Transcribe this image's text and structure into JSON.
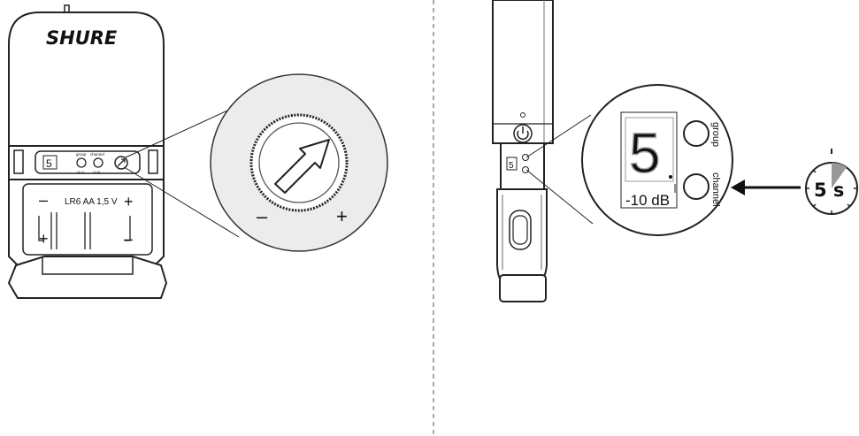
{
  "bodypack": {
    "brand": "SHURE",
    "display_digit": "5",
    "group_label": "group",
    "channel_label": "channel",
    "group_sub": "(4-1)",
    "channel_sub": "(3-8)",
    "battery_label": "LR6 AA 1,5 V",
    "battery_plus": "+",
    "battery_minus": "–",
    "zoom_minus": "–",
    "zoom_plus": "+"
  },
  "handheld": {
    "display_digit": "5",
    "mini_display_digit": "5",
    "zoom_group_label": "group",
    "zoom_channel_label": "channel",
    "level_label": "-10 dB",
    "timer_label": "5 s"
  },
  "icons": [
    "power-icon",
    "arrow-icon",
    "timer-icon",
    "gain-knob-icon"
  ]
}
